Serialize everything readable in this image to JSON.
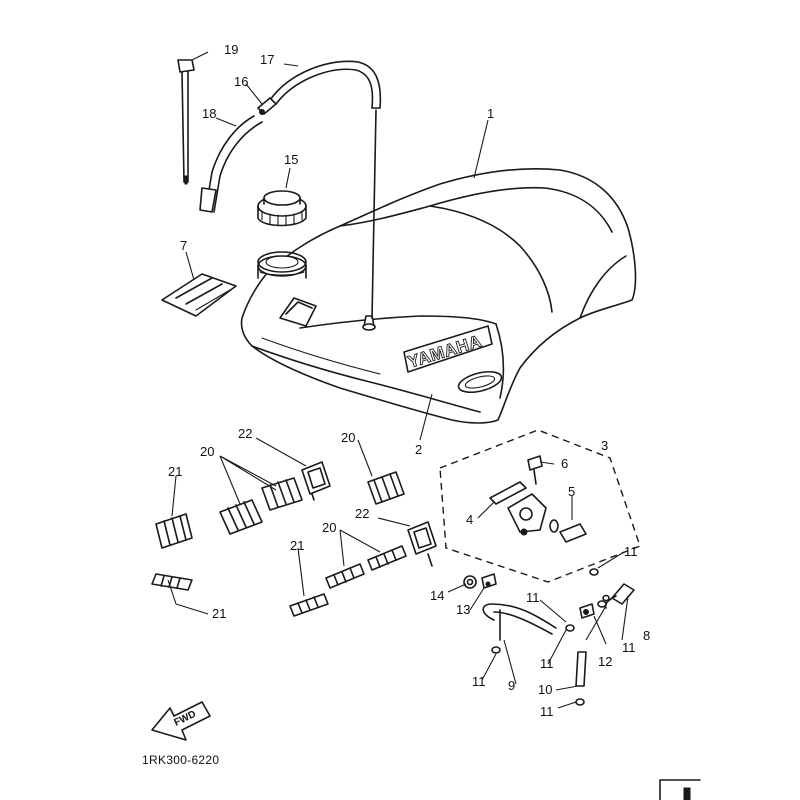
{
  "diagram": {
    "brand_text": "YAMAHA",
    "fwd_label": "FWD",
    "part_code": "1RK300-6220",
    "ink_color": "#1a1a1a",
    "paper_color": "#ffffff",
    "callouts": [
      {
        "id": "c1",
        "label": "1"
      },
      {
        "id": "c2",
        "label": "2"
      },
      {
        "id": "c3",
        "label": "3"
      },
      {
        "id": "c4",
        "label": "4"
      },
      {
        "id": "c5",
        "label": "5"
      },
      {
        "id": "c6",
        "label": "6"
      },
      {
        "id": "c7",
        "label": "7"
      },
      {
        "id": "c8",
        "label": "8"
      },
      {
        "id": "c9",
        "label": "9"
      },
      {
        "id": "c10",
        "label": "10"
      },
      {
        "id": "c11a",
        "label": "11"
      },
      {
        "id": "c11b",
        "label": "11"
      },
      {
        "id": "c11c",
        "label": "11"
      },
      {
        "id": "c11d",
        "label": "11"
      },
      {
        "id": "c11e",
        "label": "11"
      },
      {
        "id": "c11f",
        "label": "11"
      },
      {
        "id": "c12",
        "label": "12"
      },
      {
        "id": "c13",
        "label": "13"
      },
      {
        "id": "c14",
        "label": "14"
      },
      {
        "id": "c15",
        "label": "15"
      },
      {
        "id": "c16",
        "label": "16"
      },
      {
        "id": "c17",
        "label": "17"
      },
      {
        "id": "c18",
        "label": "18"
      },
      {
        "id": "c19",
        "label": "19"
      },
      {
        "id": "c20a",
        "label": "20"
      },
      {
        "id": "c20b",
        "label": "20"
      },
      {
        "id": "c20c",
        "label": "20"
      },
      {
        "id": "c21a",
        "label": "21"
      },
      {
        "id": "c21b",
        "label": "21"
      },
      {
        "id": "c21c",
        "label": "21"
      },
      {
        "id": "c22a",
        "label": "22"
      },
      {
        "id": "c22b",
        "label": "22"
      }
    ]
  }
}
